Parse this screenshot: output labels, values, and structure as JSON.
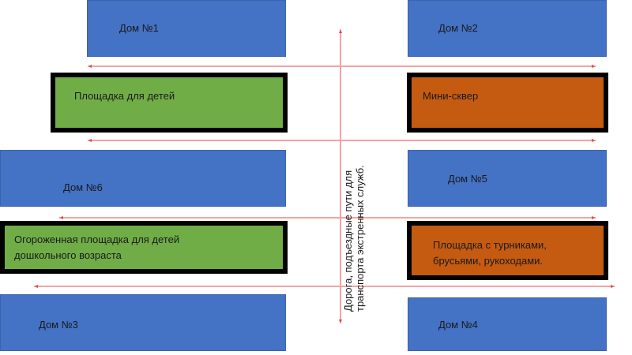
{
  "houses": {
    "h1": "Дом №1",
    "h2": "Дом №2",
    "h3": "Дом №3",
    "h4": "Дом №4",
    "h5": "Дом №5",
    "h6": "Дом №6"
  },
  "areas": {
    "kids": "Площадка для детей",
    "square": "Мини-сквер",
    "preschool_line1": "Огороженная площадка для детей",
    "preschool_line2": "дошкольного возраста",
    "sport_line1": "Площадка с турниками,",
    "sport_line2": "брусьями, рукоходами."
  },
  "road": {
    "line1": "Дорога, подъездные пути для",
    "line2": "транспорта экстренных служб."
  },
  "colors": {
    "house": "#4472c4",
    "green_area": "#70ad47",
    "orange_area": "#c55a11",
    "road_arrow": "#e8474b"
  }
}
